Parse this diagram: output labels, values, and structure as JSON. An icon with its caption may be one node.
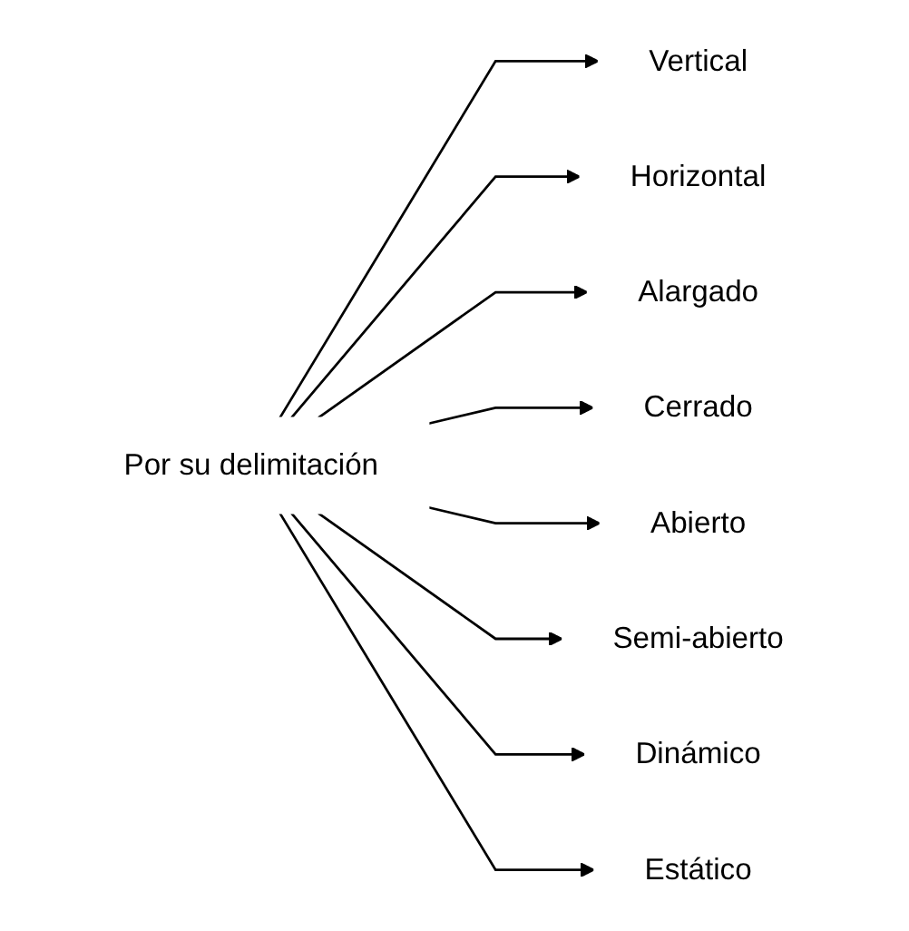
{
  "diagram": {
    "nodes": [
      {
        "text": [
          "Por su delimitación"
        ]
      },
      {
        "text": [
          "Vertical"
        ]
      },
      {
        "text": [
          "Horizontal"
        ]
      },
      {
        "text": [
          "Alargado"
        ]
      },
      {
        "text": [
          "Cerrado"
        ]
      },
      {
        "text": [
          "Abierto"
        ]
      },
      {
        "text": [
          "Semi-abierto"
        ]
      },
      {
        "text": [
          "Dinámico"
        ]
      },
      {
        "text": [
          "Estático"
        ]
      }
    ],
    "edges": [
      {
        "from": 0,
        "to": 1,
        "arrow": "to"
      },
      {
        "from": 0,
        "to": 2,
        "arrow": "to"
      },
      {
        "from": 0,
        "to": 3,
        "arrow": "to"
      },
      {
        "from": 0,
        "to": 4,
        "arrow": "to"
      },
      {
        "from": 0,
        "to": 5,
        "arrow": "to"
      },
      {
        "from": 0,
        "to": 6,
        "arrow": "to"
      },
      {
        "from": 0,
        "to": 7,
        "arrow": "to"
      },
      {
        "from": 0,
        "to": 8,
        "arrow": "to"
      }
    ]
  }
}
